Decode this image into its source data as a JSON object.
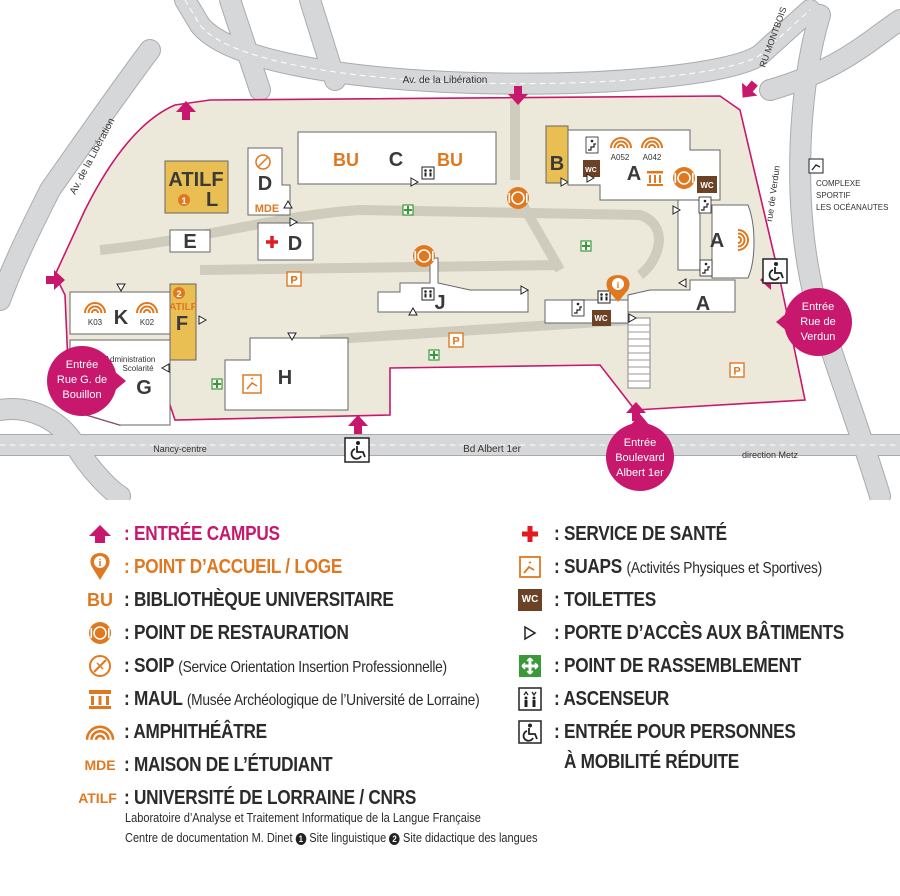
{
  "map": {
    "streets": {
      "liberation_top": "Av. de la Libération",
      "liberation_left": "Av. de la Libération",
      "ru_montbois": "RU MONTBOIS",
      "rue_verdun": "rue de Verdun",
      "bd_albert": "Bd Albert 1er",
      "nancy_centre": "Nancy-centre",
      "direction_metz": "direction Metz"
    },
    "entrances": {
      "verdun": [
        "Entrée",
        "Rue de",
        "Verdun"
      ],
      "bouillon": [
        "Entrée",
        "Rue G. de",
        "Bouillon"
      ],
      "albert": [
        "Entrée",
        "Boulevard",
        "Albert 1er"
      ]
    },
    "buildings": {
      "atilf": "ATILF",
      "l": "L",
      "d_top": "D",
      "mde": "MDE",
      "d_health": "D",
      "e": "E",
      "bu_left": "BU",
      "c": "C",
      "bu_right": "BU",
      "b": "B",
      "a_top": "A",
      "a052": "A052",
      "a042": "A042",
      "a_right": "A",
      "a_bottom": "A",
      "j": "J",
      "k": "K",
      "k03": "K03",
      "k02": "K02",
      "f": "F",
      "f_atilf": "ATILF",
      "g": "G",
      "admin": [
        "Administration",
        "Scolarité"
      ],
      "h": "H",
      "p": "P",
      "wc": "WC",
      "complexe": [
        "COMPLEXE",
        "SPORTIF",
        "LES OCÉANAUTES"
      ],
      "num1": "1",
      "num2": "2"
    },
    "colors": {
      "campus": "#ede9da",
      "roads": "#d6d7d9",
      "road_edge": "#a9abae",
      "boundary": "#c8186d",
      "pink": "#c8186d",
      "orange": "#e07820",
      "brown": "#6b4226",
      "gold": "#e9bf53",
      "green": "#3a9a3a"
    }
  },
  "legend": {
    "entree_campus": ": ENTRÉE CAMPUS",
    "point_accueil": ": POINT D’ACCUEIL / LOGE",
    "bu_icon": "BU",
    "bibliotheque": ": BIBLIOTHÈQUE UNIVERSITAIRE",
    "restauration": ": POINT DE RESTAURATION",
    "soip": ": SOIP",
    "soip_sub": "(Service Orientation Insertion Professionnelle)",
    "maul": ": MAUL",
    "maul_sub": "(Musée Archéologique de l’Université de Lorraine)",
    "amphitheatre": ": AMPHITHÉÂTRE",
    "mde_icon": "MDE",
    "maison_etudiant": ": MAISON DE L’ÉTUDIANT",
    "atilf_icon": "ATILF",
    "universite": ": UNIVERSITÉ DE LORRAINE / CNRS",
    "note_line1": "Laboratoire d’Analyse et Traitement Informatique de la Langue Française",
    "note_line2": "Centre de documentation M. Dinet",
    "note_site1": "Site linguistique",
    "note_site2": "Site didactique des langues",
    "sante": ": SERVICE DE SANTÉ",
    "suaps": ": SUAPS",
    "suaps_sub": "(Activités Physiques et Sportives)",
    "wc_icon": "WC",
    "toilettes": ": TOILETTES",
    "porte": ": PORTE D’ACCÈS AUX BÂTIMENTS",
    "rassemblement": ": POINT DE RASSEMBLEMENT",
    "ascenseur": ": ASCENSEUR",
    "pmr_line1": ": ENTRÉE POUR PERSONNES",
    "pmr_line2": "À MOBILITÉ RÉDUITE"
  }
}
